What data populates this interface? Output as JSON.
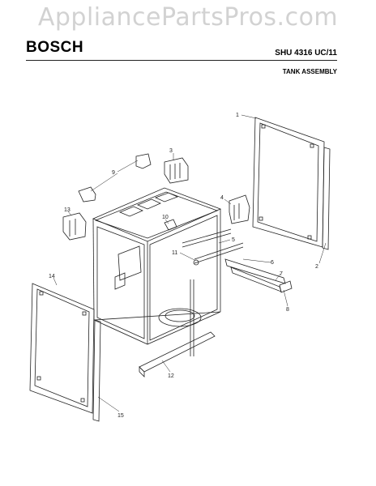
{
  "watermark": "AppliancePartsPros.com",
  "header": {
    "brand": "BOSCH",
    "model": "SHU 4316 UC/11",
    "section": "TANK ASSEMBLY"
  },
  "callouts": [
    "1",
    "2",
    "3",
    "4",
    "5",
    "6",
    "7",
    "8",
    "9",
    "10",
    "11",
    "12",
    "13",
    "14",
    "15"
  ]
}
